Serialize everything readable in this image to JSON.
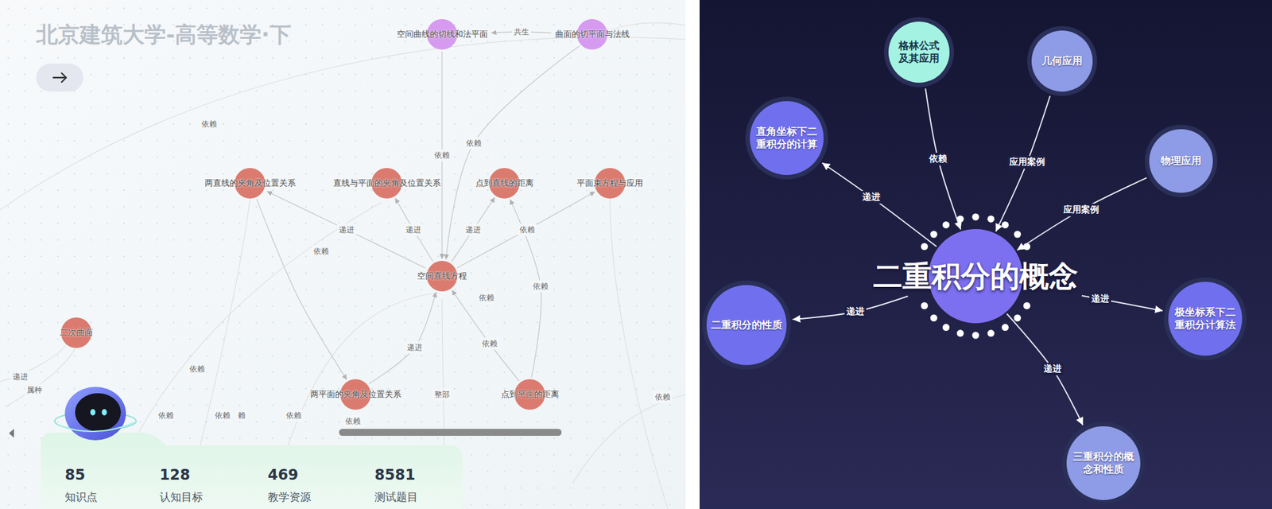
{
  "diagram": {
    "title": "北京建筑大学-高等数学·下",
    "nodes": [
      {
        "text": [
          "空间曲线的切线和法平面"
        ]
      },
      {
        "text": [
          "曲面的切平面与法线"
        ]
      },
      {
        "text": [
          "两直线的夹角及位置关系"
        ]
      },
      {
        "text": [
          "直线与平面的夹角及位置关系"
        ]
      },
      {
        "text": [
          "点到直线的距离"
        ]
      },
      {
        "text": [
          "平面束方程与应用"
        ]
      },
      {
        "text": [
          "空间直线方程"
        ]
      },
      {
        "text": [
          "二次曲面"
        ]
      },
      {
        "text": [
          "两平面的夹角及位置关系"
        ]
      },
      {
        "text": [
          "点到平面的距离"
        ]
      },
      {
        "text": [
          "二重积分的概念"
        ]
      },
      {
        "text": [
          "格林公式及其应用"
        ]
      },
      {
        "text": [
          "几何应用"
        ]
      },
      {
        "text": [
          "直角坐标下二重积分的计算"
        ]
      },
      {
        "text": [
          "物理应用"
        ]
      },
      {
        "text": [
          "二重积分的性质"
        ]
      },
      {
        "text": [
          "极坐标系下二重积分计算法"
        ]
      },
      {
        "text": [
          "三重积分的概念和性质"
        ]
      }
    ],
    "edges": [
      {
        "from": 1,
        "to": 0,
        "label": "共生",
        "arrow": "to"
      },
      {
        "from": 0,
        "to": 6,
        "label": "依赖",
        "arrow": "to"
      },
      {
        "from": 1,
        "to": 6,
        "label": "依赖",
        "arrow": "to"
      },
      {
        "from": 6,
        "to": 2,
        "label": "递进",
        "arrow": "to"
      },
      {
        "from": 6,
        "to": 3,
        "label": "递进",
        "arrow": "to"
      },
      {
        "from": 6,
        "to": 4,
        "label": "递进",
        "arrow": "to"
      },
      {
        "from": 6,
        "to": 5,
        "label": "依赖",
        "arrow": "to"
      },
      {
        "from": 8,
        "to": 6,
        "label": "递进",
        "arrow": "to"
      },
      {
        "from": 9,
        "to": 6,
        "label": "依赖",
        "arrow": "to"
      },
      {
        "from": 9,
        "to": 4,
        "label": "依赖",
        "arrow": "to"
      },
      {
        "from": 2,
        "to": 8,
        "arrow": "to"
      },
      {
        "from": 10,
        "to": 13,
        "label": "递进",
        "arrow": "to"
      },
      {
        "from": 11,
        "to": 10,
        "label": "依赖",
        "arrow": "to"
      },
      {
        "from": 12,
        "to": 10,
        "label": "应用案例",
        "arrow": "to"
      },
      {
        "from": 14,
        "to": 10,
        "label": "应用案例",
        "arrow": "to"
      },
      {
        "from": 10,
        "to": 15,
        "label": "递进",
        "arrow": "to"
      },
      {
        "from": 10,
        "to": 16,
        "label": "递进",
        "arrow": "to"
      },
      {
        "from": 10,
        "to": 17,
        "label": "递进",
        "arrow": "to"
      }
    ],
    "labels": [
      "85",
      "知识点",
      "128",
      "认知目标",
      "469",
      "教学资源",
      "8581",
      "测试题目",
      "依赖",
      "依赖",
      "依赖",
      "递进",
      "属种",
      "依赖",
      "整部",
      "依赖",
      "依赖",
      "赖",
      "依赖",
      "依赖",
      "依赖"
    ]
  }
}
